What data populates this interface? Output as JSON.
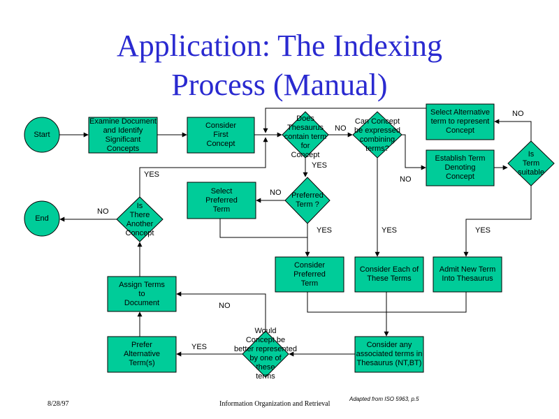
{
  "title_line1": "Application: The Indexing",
  "title_line2": "Process (Manual)",
  "colors": {
    "node_fill": "#00cc99",
    "title": "#2a2ad0",
    "line": "#000000"
  },
  "nodes": {
    "start": "Start",
    "end": "End",
    "examine": "Examine Document\nand Identify\nSignificant\nConcepts",
    "consider_first": "Consider\nFirst\nConcept",
    "does_thesaurus": "Does\nThesaurus\ncontain term\nfor\nConcept",
    "can_concept": "Can Concept\nbe expressed\ncombining\nterms?",
    "select_alternative": "Select Alternative\nterm to represent\nConcept",
    "establish_term": "Establish Term\nDenoting\nConcept",
    "is_term_suitable": "Is\nTerm\nsuitable",
    "is_there_another": "Is\nThere\nAnother\nConcept",
    "select_preferred": "Select\nPreferred\nTerm",
    "preferred_term": "Preferred\nTerm ?",
    "consider_preferred": "Consider\nPreferred\nTerm",
    "consider_each": "Consider Each of\nThese Terms",
    "admit_new": "Admit New Term\nInto Thesaurus",
    "assign_terms": "Assign Terms\nto\nDocument",
    "prefer_alternative": "Prefer\nAlternative\nTerm(s)",
    "would_concept": "Would\nConcept be\nbetter represented\nby one of\nthese\nterms",
    "consider_associated": "Consider any\nassociated terms in\nThesaurus (NT,BT)"
  },
  "labels": {
    "no_does": "NO",
    "yes_does": "YES",
    "no_can": "NO",
    "yes_can": "YES",
    "no_suitable": "NO",
    "yes_suitable": "YES",
    "yes_another": "YES",
    "no_another": "NO",
    "no_preferred": "NO",
    "yes_preferred": "YES",
    "no_would": "NO",
    "yes_would": "YES"
  },
  "footer": {
    "date": "8/28/97",
    "course": "Information Organization and Retrieval",
    "source": "Adapted from  ISO 5963, p.5"
  }
}
